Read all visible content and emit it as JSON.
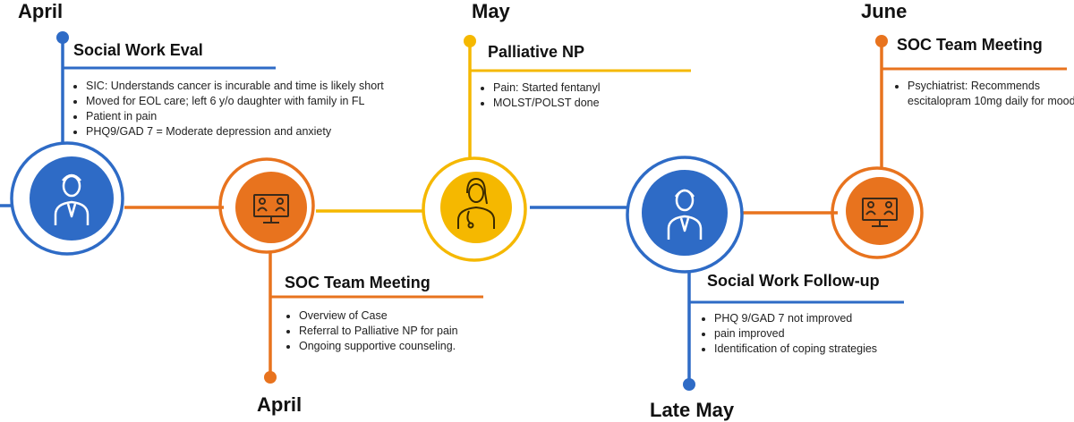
{
  "colors": {
    "blue": "#2E6BC6",
    "orange": "#E8731E",
    "yellow": "#F5B800"
  },
  "events": [
    {
      "id": "social-work-eval",
      "month": "April",
      "title": "Social Work Eval",
      "color": "blue",
      "icon": "social-worker-icon",
      "bullets": [
        "SIC: Understands cancer is incurable and time is likely short",
        "Moved for EOL care; left 6 y/o daughter with family in FL",
        "Patient in pain",
        "PHQ9/GAD 7 = Moderate depression and anxiety"
      ]
    },
    {
      "id": "soc-team-meeting-1",
      "month": "April",
      "title": "SOC Team Meeting",
      "color": "orange",
      "icon": "video-conference-icon",
      "bullets": [
        "Overview of Case",
        "Referral to Palliative NP for pain",
        "Ongoing supportive counseling."
      ]
    },
    {
      "id": "palliative-np",
      "month": "May",
      "title": "Palliative NP",
      "color": "yellow",
      "icon": "nurse-practitioner-icon",
      "bullets": [
        "Pain: Started fentanyl",
        "MOLST/POLST done"
      ]
    },
    {
      "id": "social-work-follow-up",
      "month": "Late May",
      "title": "Social Work Follow-up",
      "color": "blue",
      "icon": "social-worker-icon",
      "bullets": [
        "PHQ 9/GAD 7 not improved",
        "pain improved",
        "Identification of coping strategies"
      ]
    },
    {
      "id": "soc-team-meeting-2",
      "month": "June",
      "title": "SOC Team Meeting",
      "color": "orange",
      "icon": "video-conference-icon",
      "bullets": [
        "Psychiatrist: Recommends escitalopram 10mg daily for mood"
      ]
    }
  ]
}
